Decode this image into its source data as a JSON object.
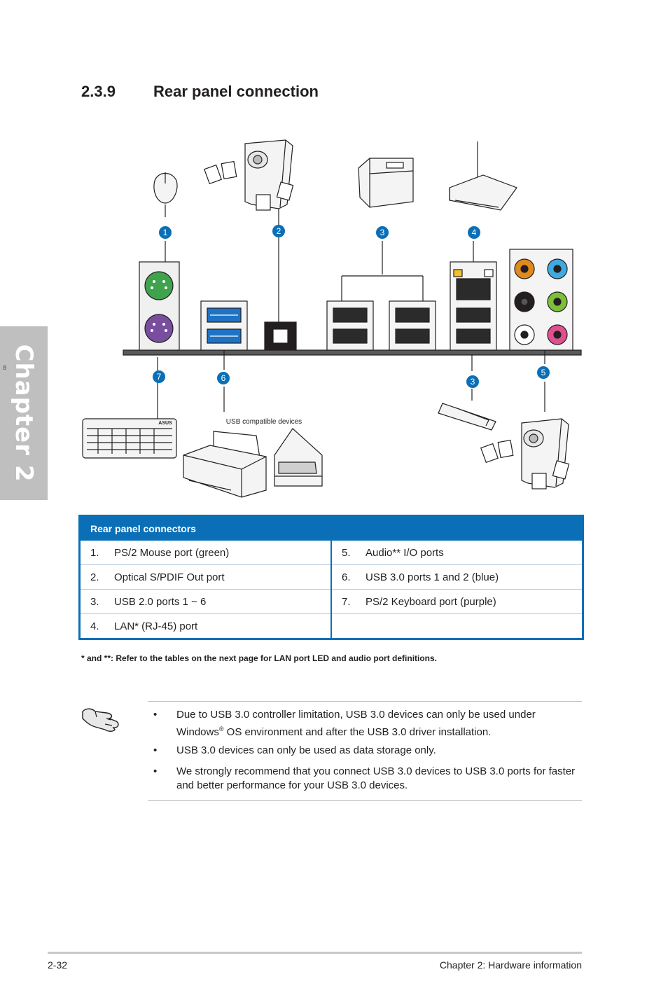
{
  "side_tab": {
    "label": "Chapter 2",
    "side_number": "8"
  },
  "section": {
    "number": "2.3.9",
    "title": "Rear panel connection"
  },
  "diagram": {
    "callouts": [
      "1",
      "2",
      "3",
      "4",
      "7",
      "6",
      "3",
      "5"
    ],
    "usb_devices_label": "USB compatible devices",
    "keyboard_brand": "ASUS"
  },
  "connectors_table": {
    "header": "Rear panel connectors",
    "rows": [
      {
        "left_num": "1.",
        "left_text": "PS/2 Mouse port (green)",
        "right_num": "5.",
        "right_text": "Audio** I/O ports"
      },
      {
        "left_num": "2.",
        "left_text": "Optical S/PDIF Out port",
        "right_num": "6.",
        "right_text": "USB 3.0 ports 1 and 2 (blue)"
      },
      {
        "left_num": "3.",
        "left_text": "USB 2.0 ports 1 ~ 6",
        "right_num": "7.",
        "right_text": "PS/2 Keyboard port (purple)"
      },
      {
        "left_num": "4.",
        "left_text": "LAN* (RJ-45) port",
        "right_num": "",
        "right_text": ""
      }
    ]
  },
  "footnote": "* and **: Refer to the tables on the next page for LAN port LED and audio port definitions.",
  "note": {
    "bullet": "•",
    "item1_a": "Due to USB 3.0 controller limitation, USB 3.0 devices can only be used under Windows",
    "item1_sup": "®",
    "item1_b": " OS environment and after the USB 3.0 driver installation.",
    "item2": "USB 3.0 devices can only be used as data storage only.",
    "item3": "We strongly recommend that you connect USB 3.0 devices to USB 3.0 ports for faster and better performance for your USB 3.0 devices."
  },
  "footer": {
    "page": "2-32",
    "chapter": "Chapter 2: Hardware information"
  },
  "colors": {
    "accent_blue": "#0a6fb7",
    "ps2_mouse": "#3fa34d",
    "ps2_keyboard": "#7a4e9e",
    "usb3": "#1f73c4",
    "audio_orange": "#e08a1e",
    "audio_blue": "#3fa9e0",
    "audio_green": "#7cbf3a",
    "audio_pink": "#e0508f"
  }
}
